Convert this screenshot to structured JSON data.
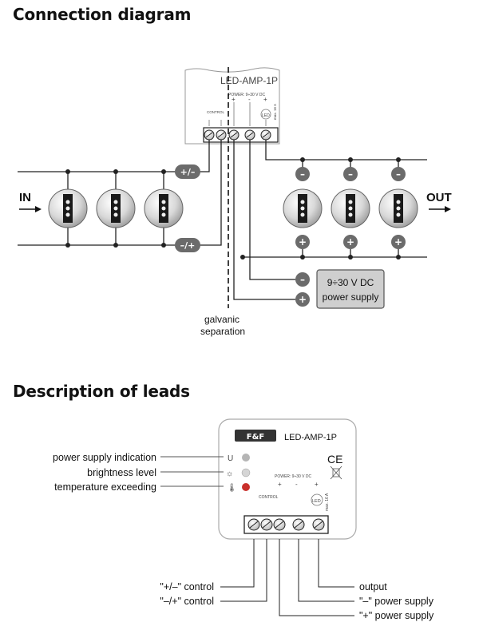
{
  "headings": {
    "connection": "Connection diagram",
    "leads": "Description of leads"
  },
  "device": {
    "model": "LED-AMP-1P",
    "brand": "F&F",
    "power_label": "POWER: 9÷30 V DC",
    "control_label": "CONTROL",
    "led_label": "LED",
    "max_label": "max. 16 A",
    "ce": "CE"
  },
  "connection": {
    "in_label": "IN",
    "out_label": "OUT",
    "control_pos_neg": "+/–",
    "control_neg_pos": "–/+",
    "psu_line1": "9÷30 V DC",
    "psu_line2": "power supply",
    "psu_minus": "–",
    "psu_plus": "+",
    "separation_line1": "galvanic",
    "separation_line2": "separation",
    "strip_minus": "–",
    "strip_plus": "+"
  },
  "leads": {
    "indicators": [
      "power supply indication",
      "brightness level",
      "temperature exceeding"
    ],
    "control_pos_neg": "\"+/–\" control",
    "control_neg_pos": "\"–/+\" control",
    "output": "output",
    "minus_supply": "\"–\" power supply",
    "plus_supply": "\"+\" power supply"
  },
  "colors": {
    "line": "#222222",
    "pill": "#6b6b6b",
    "psu_fill": "#cfcfcf",
    "device_fill": "#ffffff",
    "indicator_gray": "#b5b5b5",
    "indicator_red": "#c9302c"
  }
}
